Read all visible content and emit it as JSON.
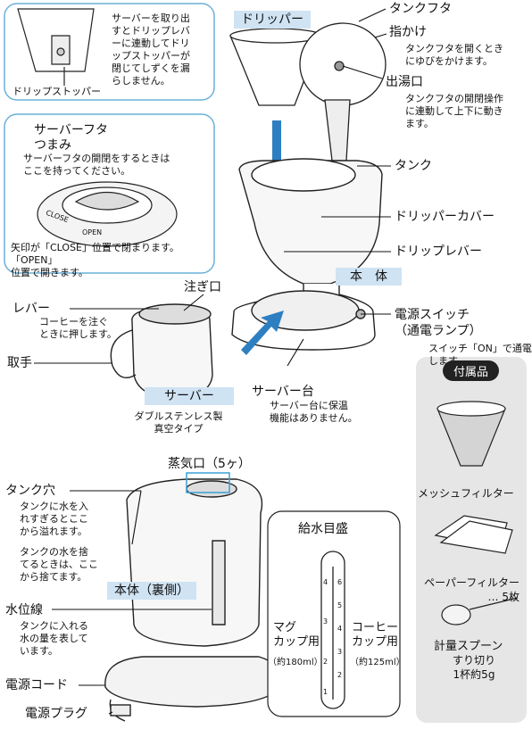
{
  "inset_stopper": {
    "text": "サーバーを取り出\nすとドリップレバ\nーに連動してドリ\nップストッパーが\n閉じてしずくを漏\nらしません。",
    "label": "ドリップストッパー"
  },
  "inset_lid": {
    "title": "サーバーフタ\nつまみ",
    "desc": "サーバーフタの開閉をするときは\nここを持ってください。",
    "close_mark": "CLOSE",
    "open_mark": "OPEN",
    "note": "矢印が「CLOSE」位置で閉まります。「OPEN」\n位置で開きます。"
  },
  "main": {
    "dripper": "ドリッパー",
    "tank_lid": "タンクフタ",
    "finger_hook": "指かけ",
    "finger_hook_desc": "タンクフタを開くとき\nにゆびをかけます。",
    "outlet": "出湯口",
    "outlet_desc": "タンクフタの開閉操作\nに連動して上下に動き\nます。",
    "tank": "タンク",
    "dripper_cover": "ドリッパーカバー",
    "drip_lever": "ドリップレバー",
    "body": "本　体",
    "power_switch": "電源スイッチ\n（通電ランプ）",
    "power_switch_desc": "スイッチ「ON」で通電\nします。"
  },
  "server": {
    "spout": "注ぎ口",
    "lever": "レバー",
    "lever_desc": "コーヒーを注ぐ\nときに押します。",
    "handle": "取手",
    "name": "サーバー",
    "type": "ダブルステンレス製\n真空タイプ",
    "stand": "サーバー台",
    "stand_desc": "サーバー台に保温\n機能はありません。"
  },
  "back": {
    "steam": "蒸気口（5ヶ）",
    "tank_hole": "タンク穴",
    "tank_hole_desc": "タンクに水を入\nれすぎるとここ\nから溢れます。",
    "tank_hole_desc2": "タンクの水を捨\nてるときは、ここ\nから捨てます。",
    "back_body": "本体（裏側）",
    "water_line": "水位線",
    "water_line_desc": "タンクに入れる\n水の量を表して\nいます。",
    "cord": "電源コード",
    "plug": "電源プラグ"
  },
  "gauge": {
    "title": "給水目盛",
    "mug_label": "マグ\nカップ用",
    "mug_volume": "（約180ml）",
    "coffee_label": "コーヒー\nカップ用",
    "coffee_volume": "（約125ml）",
    "mug_ticks": [
      "4",
      "3",
      "2",
      "1"
    ],
    "coffee_ticks": [
      "6",
      "5",
      "4",
      "3",
      "2"
    ]
  },
  "accessories": {
    "title": "付属品",
    "mesh": "メッシュフィルター",
    "paper": "ペーパーフィルター\n… 5枚",
    "spoon": "計量スプーン",
    "spoon_note": "すり切り\n1杯約5g"
  }
}
